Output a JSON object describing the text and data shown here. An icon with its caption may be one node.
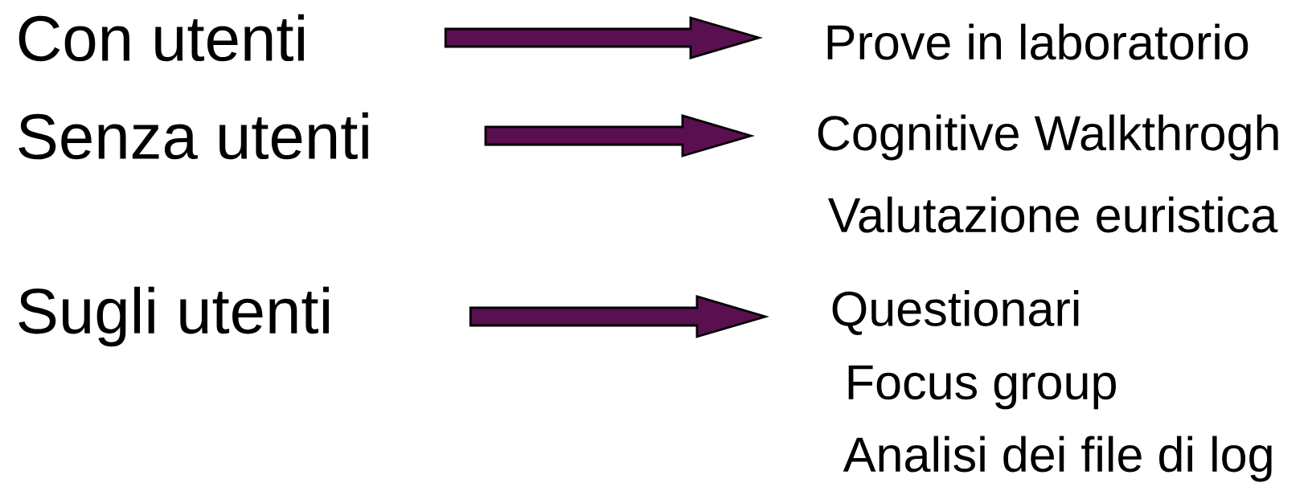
{
  "diagram": {
    "nodes": [
      {
        "text": [
          "Con utenti"
        ]
      },
      {
        "text": [
          "Senza utenti"
        ]
      },
      {
        "text": [
          "Sugli utenti"
        ]
      },
      {
        "text": [
          "Prove in laboratorio"
        ]
      },
      {
        "text": [
          "Cognitive Walkthrogh"
        ]
      },
      {
        "text": [
          "Valutazione euristica"
        ]
      },
      {
        "text": [
          "Questionari"
        ]
      },
      {
        "text": [
          "Focus group"
        ]
      },
      {
        "text": [
          "Analisi dei file di log"
        ]
      }
    ],
    "edges": [
      {
        "from": 0,
        "to": 3,
        "arrow": "to"
      },
      {
        "from": 1,
        "to": 4,
        "arrow": "to"
      },
      {
        "from": 2,
        "to": 6,
        "arrow": "to"
      }
    ]
  }
}
